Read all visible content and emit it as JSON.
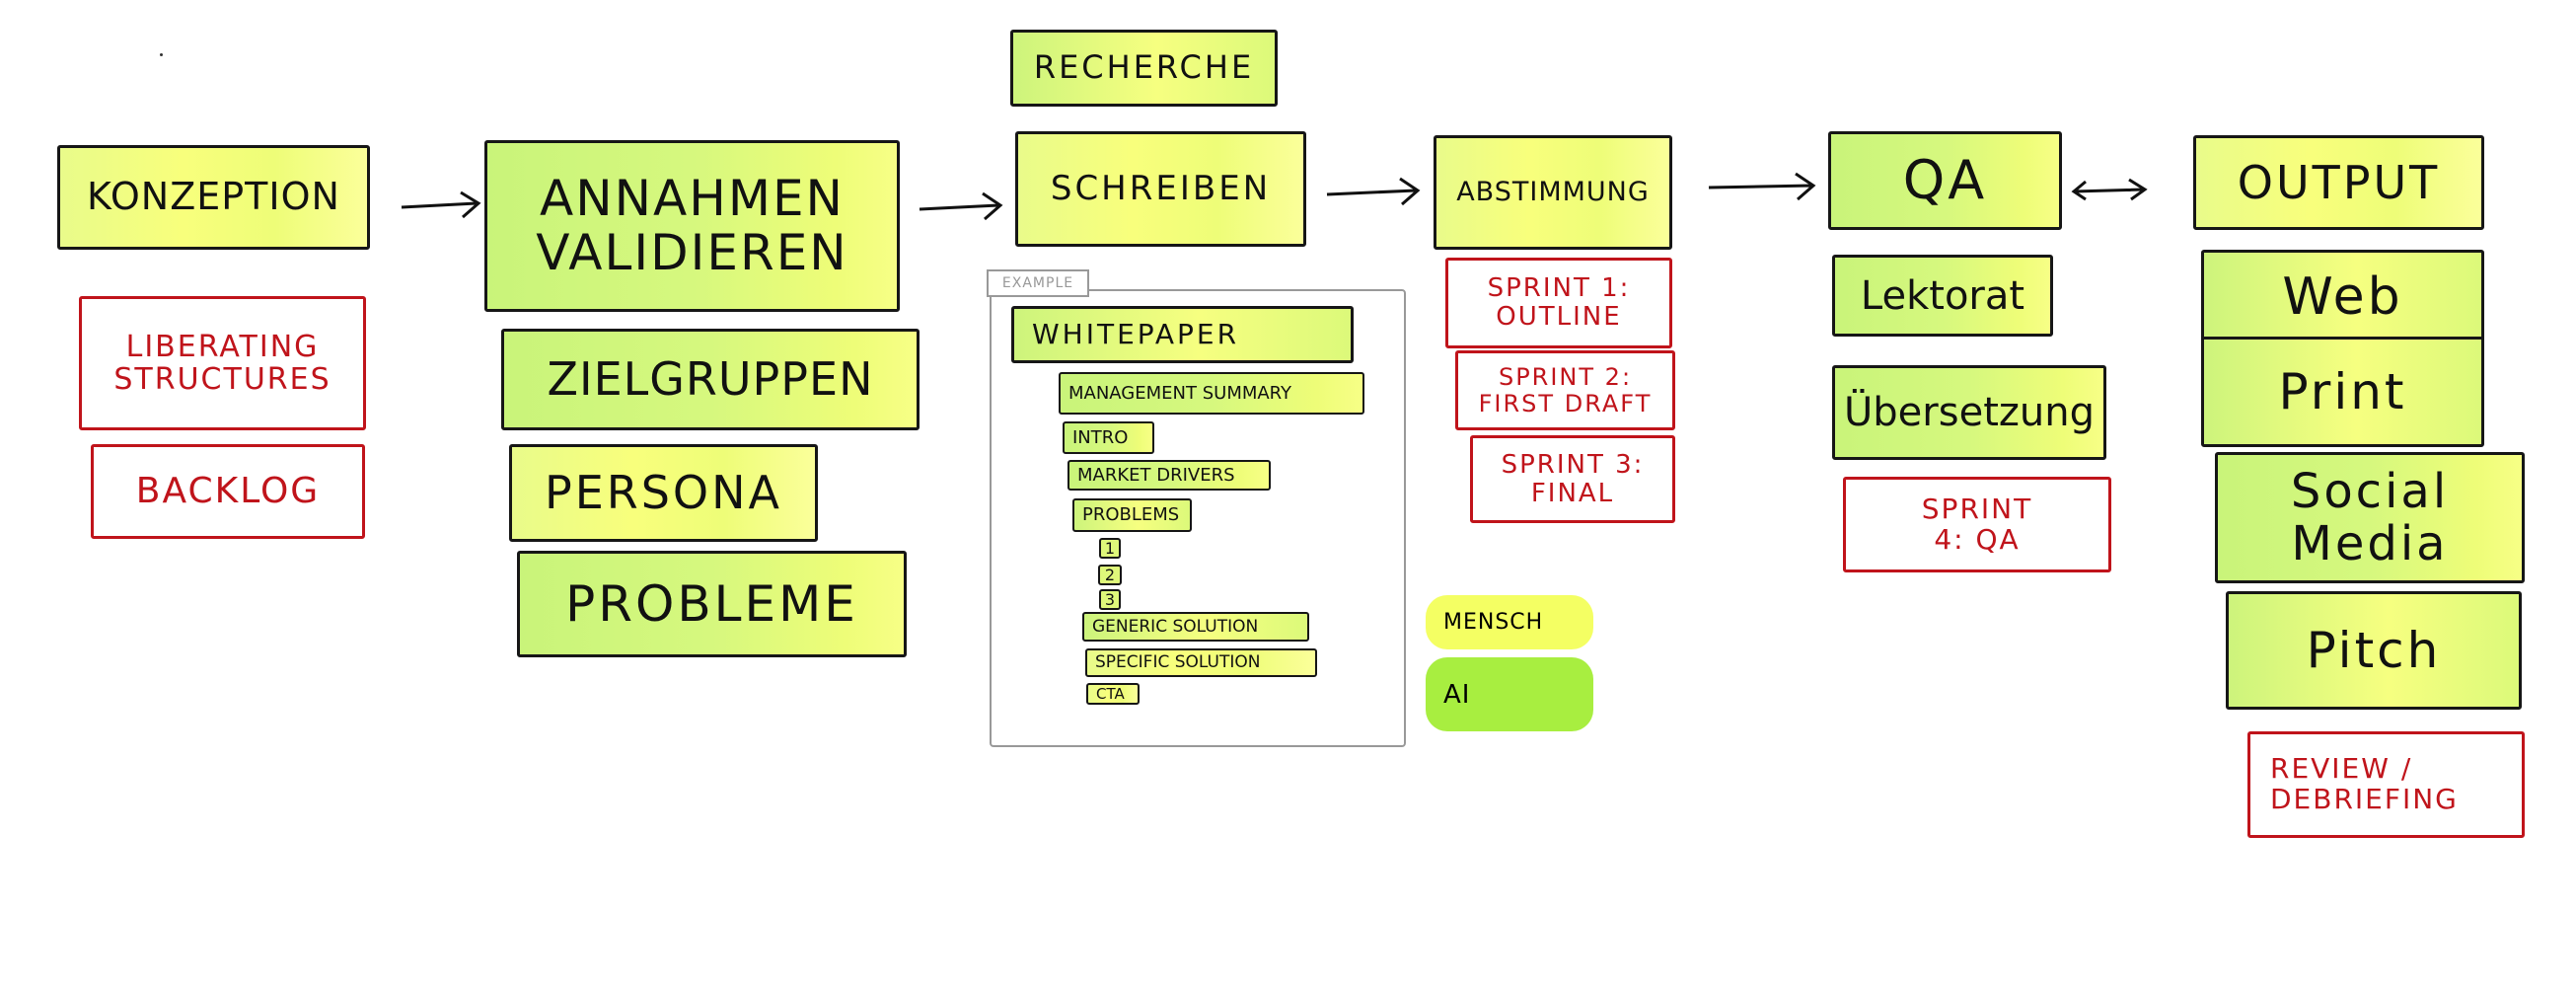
{
  "stages": {
    "konzeption": "KONZEPTION",
    "annahmen": "ANNAHMEN VALIDIEREN",
    "zielgruppen": "ZIELGRUPPEN",
    "persona": "PERSONA",
    "probleme": "PROBLEME",
    "recherche": "RECHERCHE",
    "schreiben": "SCHREIBEN",
    "abstimmung": "ABSTIMMUNG",
    "qa": "QA",
    "lektorat": "Lektorat",
    "uebersetzung": "Übersetzung",
    "output": "OUTPUT",
    "web": "Web",
    "print": "Print",
    "social_media": "Social Media",
    "pitch": "Pitch"
  },
  "notes": {
    "liberating_structures": "LIBERATING STRUCTURES",
    "backlog": "BACKLOG",
    "sprint1": "SPRINT 1: OUTLINE",
    "sprint2": "SPRINT 2: FIRST DRAFT",
    "sprint3": "SPRINT 3: FINAL",
    "sprint4": "SPRINT 4: QA",
    "review": "REVIEW / DEBRIEFING"
  },
  "example": {
    "label": "EXAMPLE",
    "items": [
      "WHITEPAPER",
      "MANAGEMENT SUMMARY",
      "INTRO",
      "MARKET DRIVERS",
      "PROBLEMS",
      "1",
      "2",
      "3",
      "GENERIC SOLUTION",
      "SPECIFIC SOLUTION",
      "CTA"
    ]
  },
  "legend": {
    "mensch": "MENSCH",
    "ai": "AI"
  },
  "colors": {
    "human_yellow": "#f6ff7a",
    "ai_green": "#a8ee40",
    "note_red": "#c0141b"
  }
}
